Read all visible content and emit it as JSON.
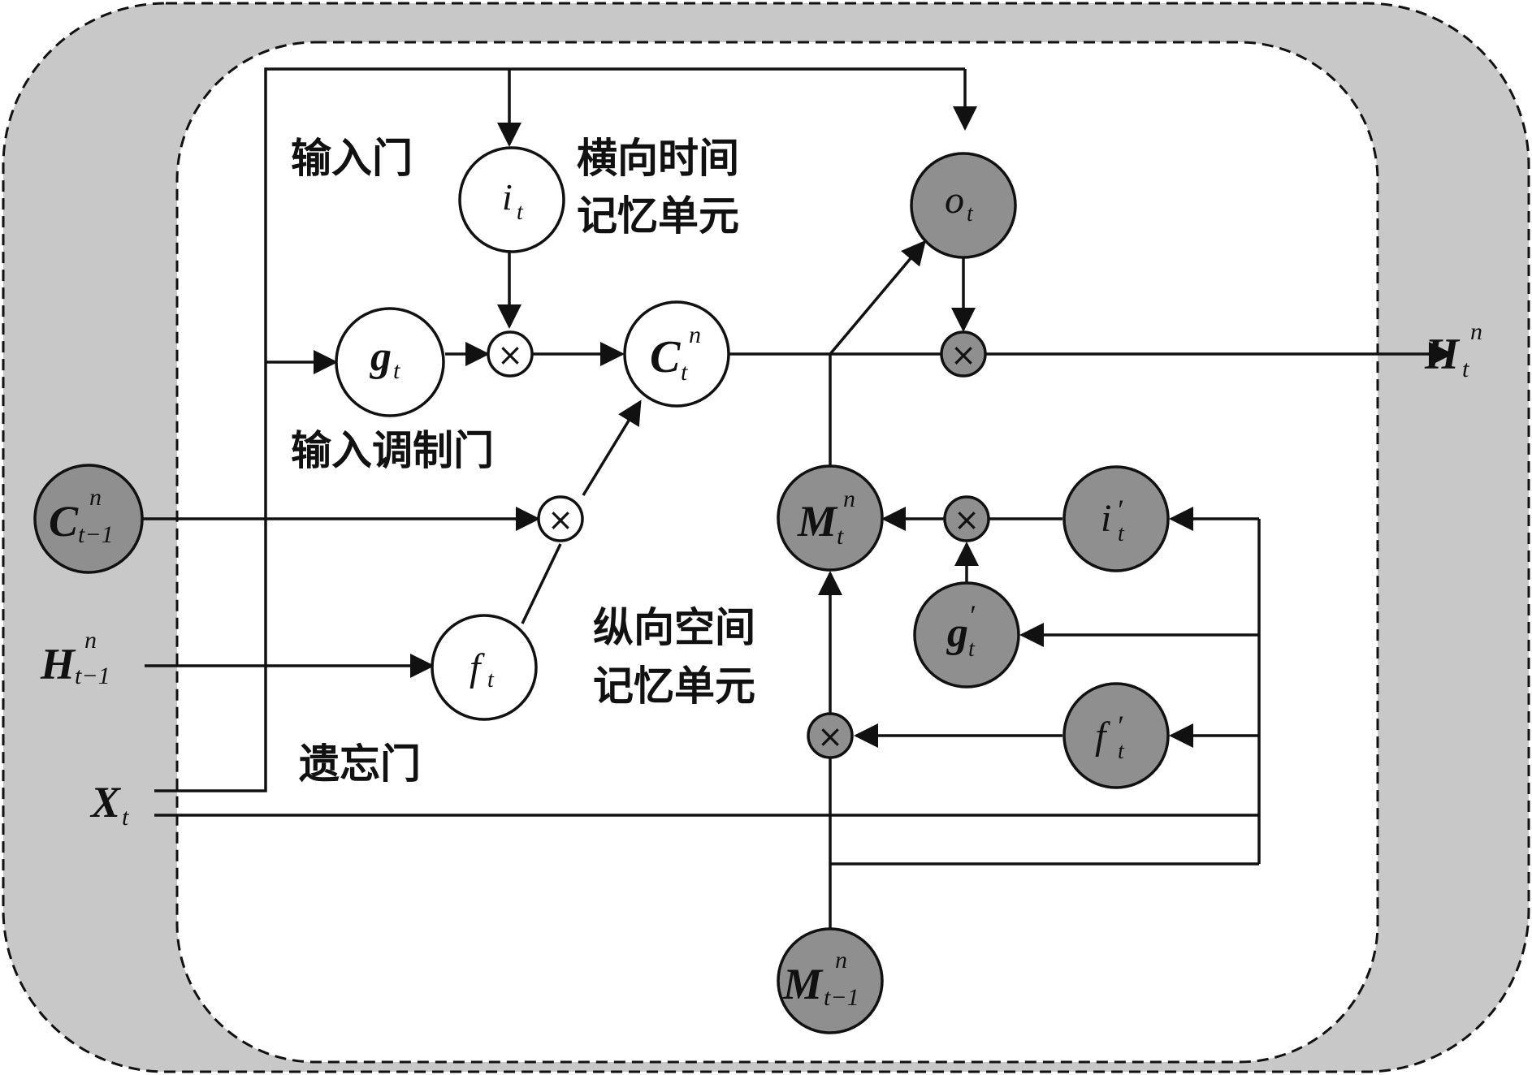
{
  "labels": {
    "input_gate": "输入门",
    "input_modulation_gate": "输入调制门",
    "forget_gate": "遗忘门",
    "horizontal_memory_line1": "横向时间",
    "horizontal_memory_line2": "记忆单元",
    "vertical_memory_line1": "纵向空间",
    "vertical_memory_line2": "记忆单元"
  },
  "nodes": {
    "i_t": {
      "base": "i",
      "sub": "t",
      "sup": ""
    },
    "g_t": {
      "base": "g",
      "sub": "t",
      "sup": ""
    },
    "C_t": {
      "base": "C",
      "sub": "t",
      "sup": "n"
    },
    "f_t": {
      "base": "f",
      "sub": "t",
      "sup": ""
    },
    "o_t": {
      "base": "o",
      "sub": "t",
      "sup": ""
    },
    "M_t": {
      "base": "M",
      "sub": "t",
      "sup": "n"
    },
    "i_prime": {
      "base": "i",
      "sub": "t",
      "sup": "′"
    },
    "g_prime": {
      "base": "g",
      "sub": "t",
      "sup": "′"
    },
    "f_prime": {
      "base": "f",
      "sub": "t",
      "sup": "′"
    },
    "C_prev": {
      "base": "C",
      "sub": "t−1",
      "sup": "n"
    },
    "M_prev": {
      "base": "M",
      "sub": "t−1",
      "sup": "n"
    }
  },
  "terminals": {
    "H_prev": {
      "base": "H",
      "sub": "t−1",
      "sup": "n"
    },
    "X_t": {
      "base": "X",
      "sub": "t",
      "sup": ""
    },
    "H_t": {
      "base": "H",
      "sub": "t",
      "sup": "n"
    }
  },
  "operator_symbol": "×",
  "colors": {
    "outer_frame": "#c8c8c8",
    "gray_node": "#8f8f8f",
    "line": "#111111"
  }
}
